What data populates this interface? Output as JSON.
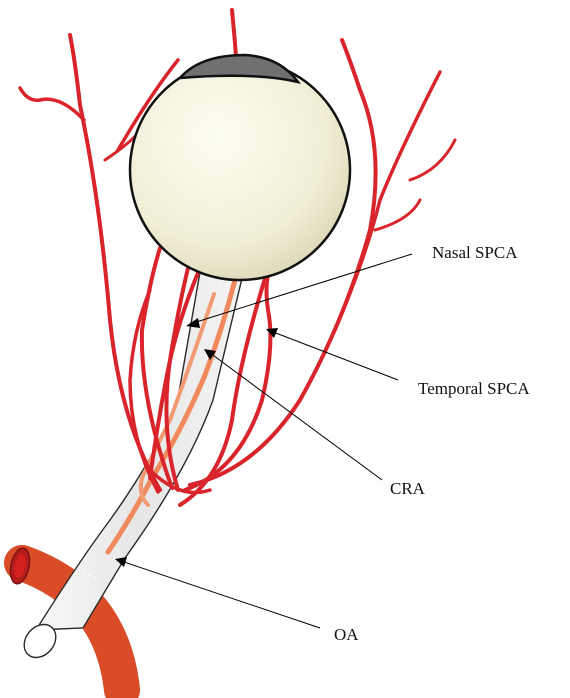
{
  "diagram": {
    "labels": {
      "nasal_spca": "Nasal SPCA",
      "temporal_spca": "Temporal SPCA",
      "cra": "CRA",
      "oa": "OA"
    },
    "colors": {
      "artery": "#d9242b",
      "ophthalmic_artery": "#e0502a",
      "central_retinal_artery": "#f08a5c",
      "optic_nerve_fill": "#ececec",
      "globe_fill": "#f4f1dc",
      "cornea_fill": "#707070"
    }
  }
}
